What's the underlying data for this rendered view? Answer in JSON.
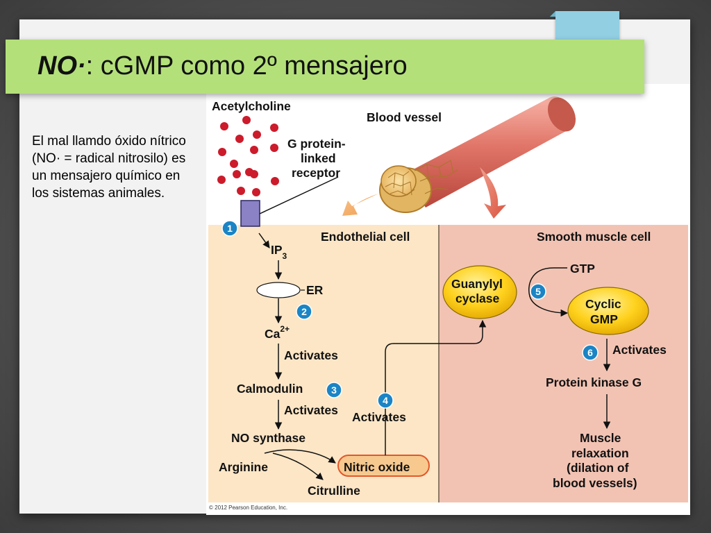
{
  "slide": {
    "title_bold": "NO·",
    "title_rest": ": cGMP como 2º mensajero",
    "body_text": "El mal llamdo óxido nítrico (NO· = radical nitrosilo) es un mensajero químico en los sistemas animales."
  },
  "diagram": {
    "acetylcholine": "Acetylcholine",
    "blood_vessel": "Blood vessel",
    "receptor": [
      "G protein-",
      "linked",
      "receptor"
    ],
    "endothelial_cell": "Endothelial cell",
    "smooth_muscle_cell": "Smooth muscle cell",
    "ip3": "IP",
    "ip3_sub": "3",
    "er": "ER",
    "ca": "Ca",
    "ca_sup": "2+",
    "activates": "Activates",
    "calmodulin": "Calmodulin",
    "no_synthase": "NO synthase",
    "arginine": "Arginine",
    "nitric_oxide": "Nitric oxide",
    "citrulline": "Citrulline",
    "guanylyl_cyclase": [
      "Guanylyl",
      "cyclase"
    ],
    "gtp": "GTP",
    "cyclic_gmp": [
      "Cyclic",
      "GMP"
    ],
    "protein_kinase_g": "Protein kinase G",
    "muscle_relaxation": [
      "Muscle",
      "relaxation",
      "(dilation of",
      "blood vessels)"
    ],
    "steps": [
      "1",
      "2",
      "3",
      "4",
      "5",
      "6"
    ],
    "copyright": "© 2012 Pearson Education, Inc."
  },
  "colors": {
    "title_bar": "#b4e07a",
    "endothelial_bg": "#fce6c6",
    "smooth_muscle_bg": "#f2c3b3",
    "step_badge": "#1b84c4",
    "molecule_dot": "#cc1b2b",
    "receptor": "#8a82c4",
    "enzyme_yellow": "#f6c800",
    "nitric_oxide_fill": "#f7c98f",
    "nitric_oxide_stroke": "#e2572a",
    "vessel": "#e07568"
  },
  "icons": [
    "acetylcholine-molecule-icon",
    "receptor-icon",
    "blood-vessel-icon",
    "step-badge-icon"
  ]
}
